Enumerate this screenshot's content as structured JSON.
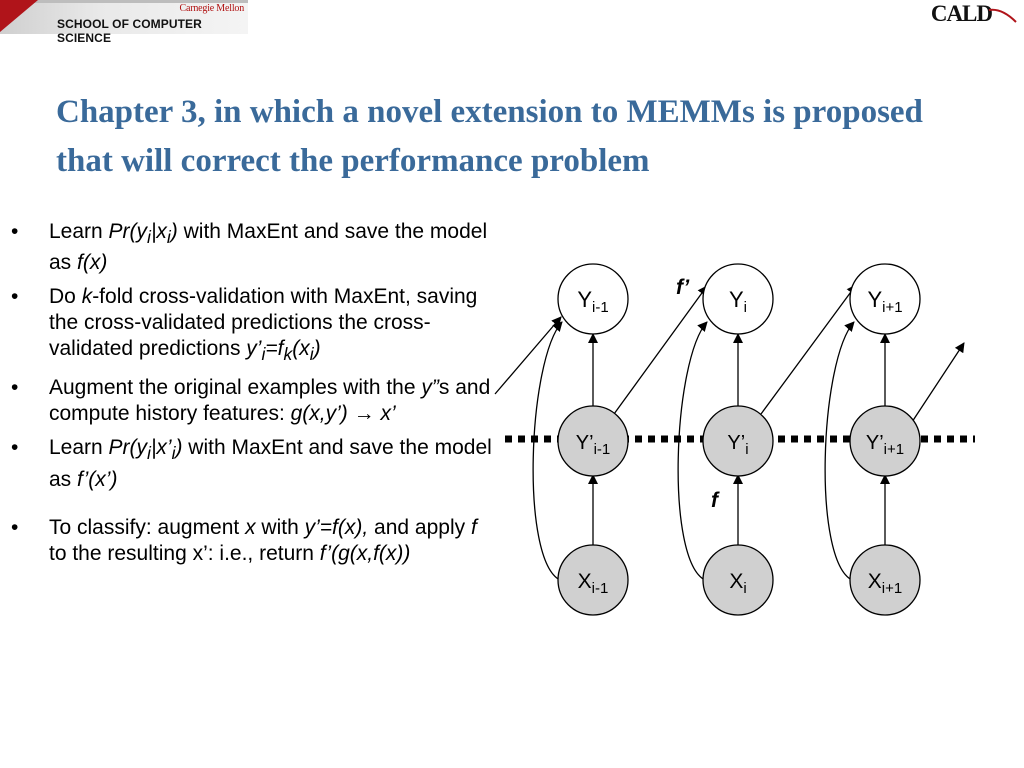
{
  "header": {
    "university": "Carnegie Mellon",
    "school": "SCHOOL OF COMPUTER SCIENCE",
    "logo": "CALD"
  },
  "title": "Chapter 3, in which a novel extension to MEMMs is proposed that will correct the performance problem",
  "bullets": [
    {
      "id": "learn-pr-y-x",
      "text": "Learn Pr(yi|xi) with MaxEnt and save the model as f(x)"
    },
    {
      "id": "kfold",
      "text": "Do k-fold cross-validation with MaxEnt, saving the cross-validated predictions the cross-validated predictions y’i=fk(xi)"
    },
    {
      "id": "augment",
      "text": "Augment the original examples with the y”s and compute history features: g(x,y’) → x’"
    },
    {
      "id": "learn-pr-y-xprime",
      "text": "Learn Pr(yi|x’i) with MaxEnt and save the model as f’(x’)"
    },
    {
      "id": "classify",
      "text": "To classify: augment x with y’=f(x), and apply f to the resulting x’: i.e., return f’(g(x,f(x))"
    }
  ],
  "diagram": {
    "nodes": {
      "y_prev": "Yi-1",
      "y_cur": "Yi",
      "y_next": "Yi+1",
      "yp_prev": "Y’i-1",
      "yp_cur": "Y’i",
      "yp_next": "Y’i+1",
      "x_prev": "Xi-1",
      "x_cur": "Xi",
      "x_next": "Xi+1"
    },
    "labels": {
      "f_prime": "f’",
      "f": "f"
    },
    "colors": {
      "observed_fill": "#d0d0d0",
      "hidden_fill": "#ffffff",
      "stroke": "#000000"
    }
  }
}
